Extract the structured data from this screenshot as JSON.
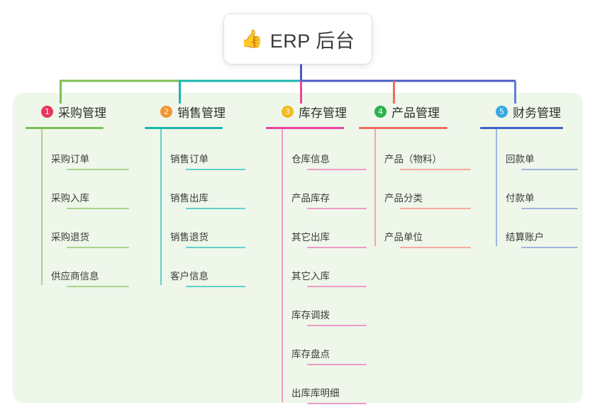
{
  "root": {
    "icon": "thumbs-up-emoji",
    "icon_glyph": "👍",
    "title": "ERP 后台"
  },
  "palette": {
    "panel_bg": "#eef7ea",
    "page_bg": "#ffffff",
    "bus_green": "#7dbf54",
    "bus_teal": "#1bb5ad",
    "bus_blue": "#4a5bc4",
    "drop_pink": "#e8459a",
    "drop_red": "#f4695f",
    "drop_blue": "#5f7fd4"
  },
  "columns": [
    {
      "number": "1",
      "title": "采购管理",
      "badge_color": "#e8365d",
      "line_color": "#7dbf54",
      "leaf_line_color": "#a8d48c",
      "items": [
        {
          "label": "采购订单"
        },
        {
          "label": "采购入库"
        },
        {
          "label": "采购退货"
        },
        {
          "label": "供应商信息"
        }
      ]
    },
    {
      "number": "2",
      "title": "销售管理",
      "badge_color": "#f5942e",
      "line_color": "#1bb5ad",
      "leaf_line_color": "#62cfc8",
      "items": [
        {
          "label": "销售订单"
        },
        {
          "label": "销售出库"
        },
        {
          "label": "销售退货"
        },
        {
          "label": "客户信息"
        }
      ]
    },
    {
      "number": "3",
      "title": "库存管理",
      "badge_color": "#f5bb1d",
      "line_color": "#e8459a",
      "leaf_line_color": "#f09ac8",
      "items": [
        {
          "label": "仓库信息"
        },
        {
          "label": "产品库存"
        },
        {
          "label": "其它出库"
        },
        {
          "label": "其它入库"
        },
        {
          "label": "库存调拨"
        },
        {
          "label": "库存盘点"
        },
        {
          "label": "出库库明细"
        }
      ]
    },
    {
      "number": "4",
      "title": "产品管理",
      "badge_color": "#2bb24c",
      "line_color": "#f4695f",
      "leaf_line_color": "#f7a79e",
      "items": [
        {
          "label": "产品（物料）"
        },
        {
          "label": "产品分类"
        },
        {
          "label": "产品单位"
        }
      ]
    },
    {
      "number": "5",
      "title": "财务管理",
      "badge_color": "#36a9e1",
      "line_color": "#3f63c8",
      "leaf_line_color": "#9fb4e0",
      "items": [
        {
          "label": "回款单"
        },
        {
          "label": "付款单"
        },
        {
          "label": "结算账户"
        }
      ]
    }
  ]
}
